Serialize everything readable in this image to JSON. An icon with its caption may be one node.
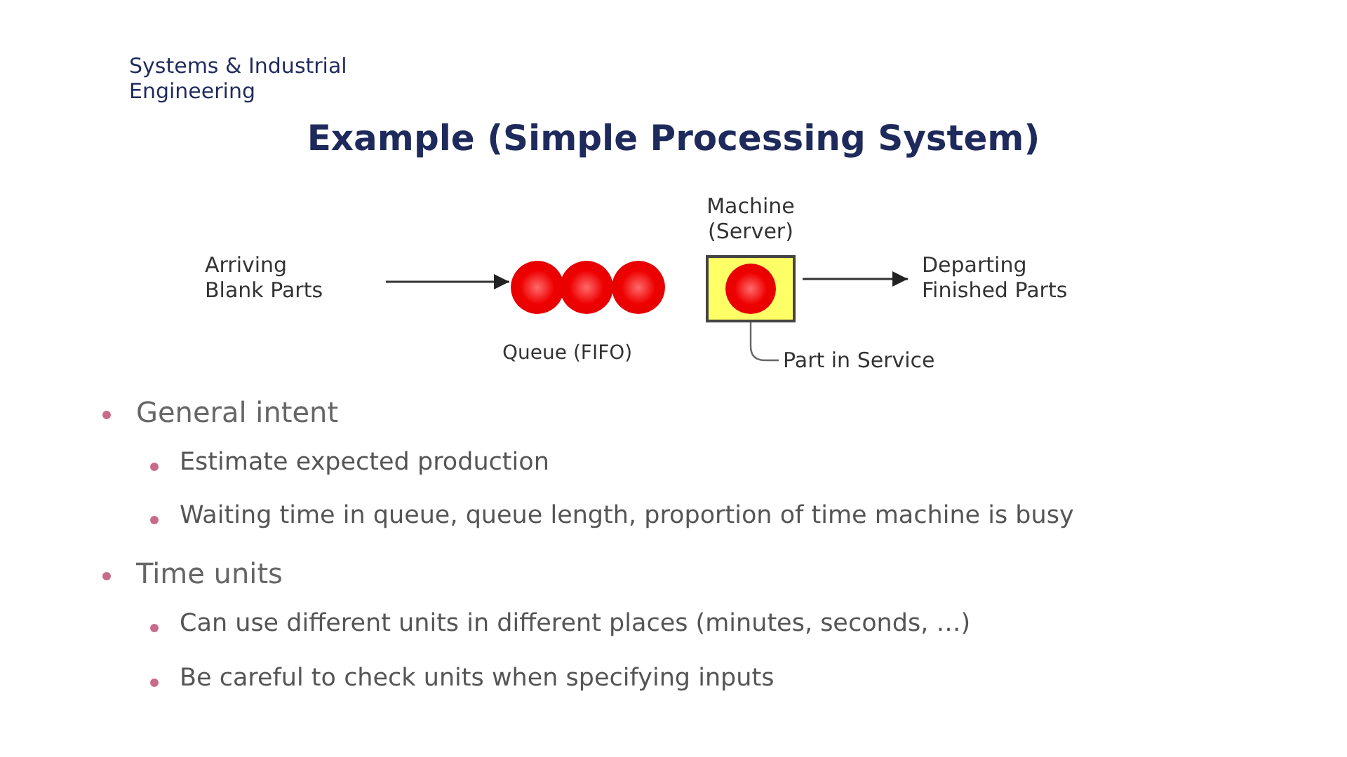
{
  "diagram": {
    "title": "Example (Simple Processing System)",
    "nodes": [
      {
        "text": [
          "Arriving Blank Parts"
        ]
      },
      {
        "text": [],
        "shape": "circle"
      },
      {
        "text": [],
        "shape": "circle"
      },
      {
        "text": [],
        "shape": "circle"
      },
      {
        "text": [
          "Machine (Server)"
        ]
      },
      {
        "text": [],
        "shape": "circle",
        "in": 4
      },
      {
        "text": [
          "Departing Finished Parts"
        ]
      },
      {
        "text": [
          "Part in Service"
        ]
      }
    ],
    "edges": [
      {
        "from": 0,
        "to": 1,
        "arrow": "to"
      },
      {
        "from": 4,
        "to": 6,
        "arrow": "to"
      },
      {
        "from": 7,
        "to": 5,
        "arrow": "none"
      }
    ],
    "labels": [
      "Systems & Industrial Engineering",
      "Queue (FIFO)",
      "General intent",
      "Estimate expected production",
      "Waiting time in queue, queue length, proportion of time machine is busy",
      "Time units",
      "Can use different units in different places (minutes, seconds, …)",
      "Be careful to check units when specifying inputs"
    ]
  }
}
